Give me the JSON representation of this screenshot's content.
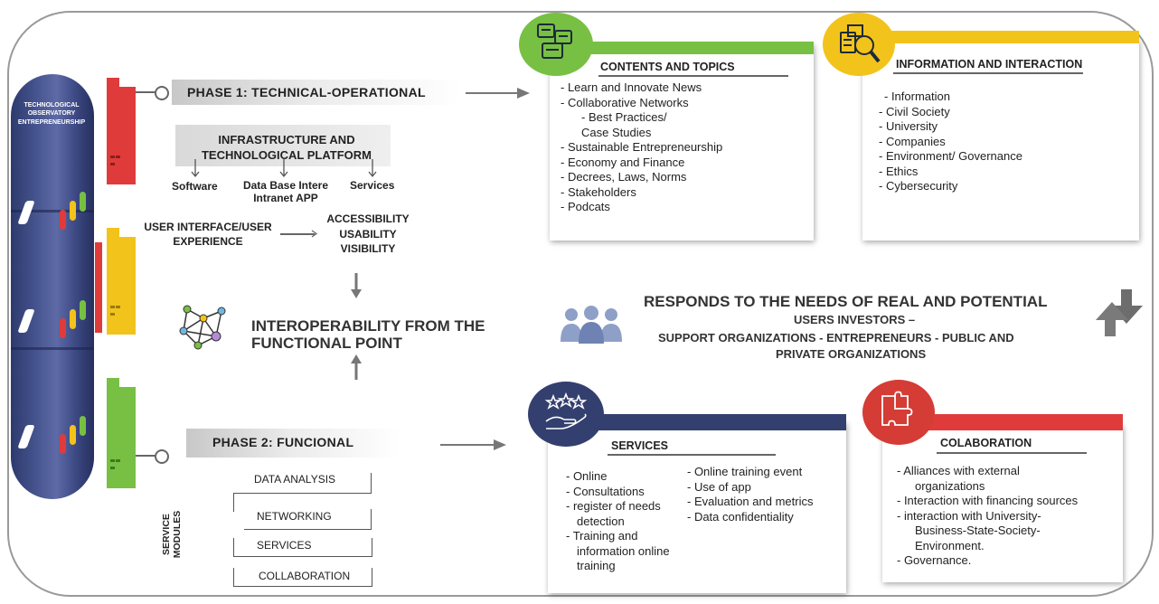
{
  "sidebar": {
    "title": "TECHNOLOGICAL OBSERVATORY ENTREPRENEURSHIP"
  },
  "phase1": {
    "title": "PHASE 1: TECHNICAL-OPERATIONAL",
    "infra_title": "INFRASTRUCTURE AND TECHNOLOGICAL PLATFORM",
    "software": "Software",
    "database": "Data Base Intere Intranet APP",
    "services": "Services",
    "ui_ux": "USER INTERFACE/USER EXPERIENCE",
    "accessibility": "ACCESSIBILITY USABILITY VISIBILITY"
  },
  "interoperability": "INTEROPERABILITY FROM THE FUNCTIONAL POINT",
  "contents": {
    "title": "CONTENTS AND TOPICS",
    "items": [
      "- Learn and Innovate News",
      "- Collaborative Networks",
      "- Best Practices/",
      "Case Studies",
      "- Sustainable Entrepreneurship",
      "- Economy and Finance",
      "- Decrees, Laws, Norms",
      "- Stakeholders",
      "- Podcats"
    ]
  },
  "information": {
    "title": "INFORMATION AND INTERACTION",
    "items": [
      "- Information",
      "- Civil Society",
      "- University",
      "- Companies",
      "- Environment/ Governance",
      "- Ethics",
      "- Cybersecurity"
    ]
  },
  "responds": {
    "line1": "RESPONDS TO THE NEEDS OF REAL AND POTENTIAL",
    "line2": "USERS INVESTORS –",
    "line3": "SUPPORT ORGANIZATIONS - ENTREPRENEURS - PUBLIC AND",
    "line4": "PRIVATE ORGANIZATIONS"
  },
  "phase2": {
    "title": "PHASE 2: FUNCIONAL"
  },
  "modules": {
    "label": "SERVICE MODULES",
    "items": [
      "DATA ANALYSIS",
      "NETWORKING",
      "SERVICES",
      "COLLABORATION"
    ]
  },
  "services": {
    "title": "SERVICES",
    "left": [
      "- Online",
      "- Consultations",
      "- register of needs",
      "detection",
      "- Training and",
      "information online",
      "training"
    ],
    "right": [
      "- Online training event",
      "- Use of app",
      "- Evaluation and metrics",
      "- Data confidentiality"
    ]
  },
  "collaboration": {
    "title": "COLABORATION",
    "items": [
      "- Alliances with external",
      "organizations",
      "- Interaction with financing sources",
      "- interaction with University-",
      "Business-State-Society-",
      "Environment.",
      "- Governance."
    ]
  },
  "colors": {
    "red": "#e03b3b",
    "yellow": "#f2c31b",
    "green": "#78c043",
    "navy": "#333f6e",
    "gray": "#777777"
  }
}
